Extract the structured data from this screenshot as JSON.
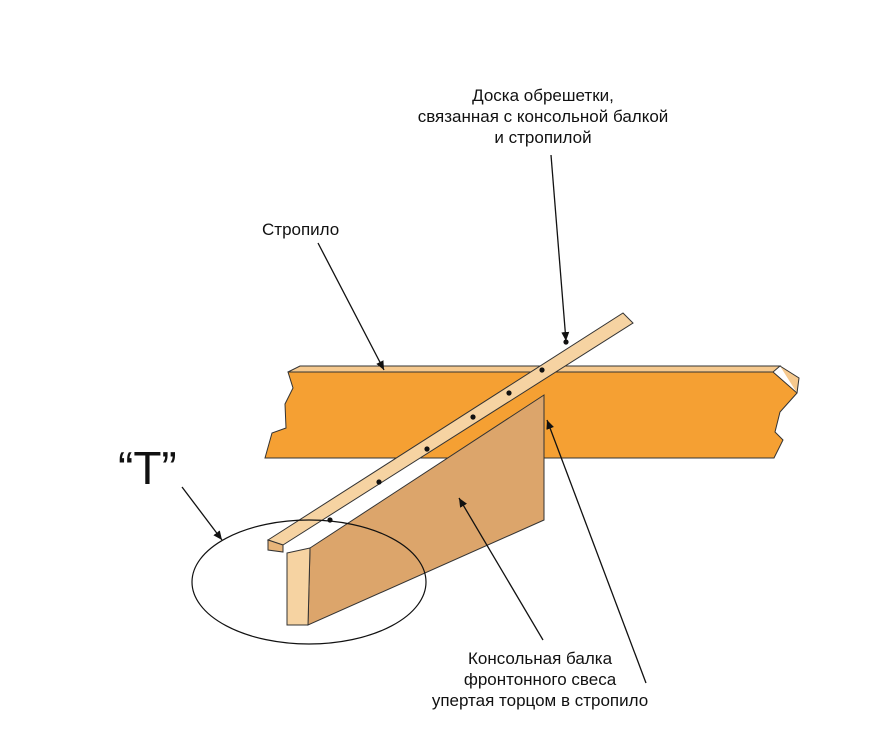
{
  "labels": {
    "board": [
      "Доска обрешетки,",
      "связанная с консольной балкой",
      "и стропилой"
    ],
    "rafter": "Стропило",
    "cantilever": [
      "Консольная балка",
      "фронтонного свеса",
      "упертая торцом в стропило"
    ],
    "detail_mark": "“T”"
  },
  "colors": {
    "rafter_face": "#f5a033",
    "rafter_top": "#f6c98e",
    "board_top": "#f6d3a2",
    "beam_side": "#dca56b",
    "beam_end": "#f6d3a2",
    "outline": "#333333",
    "leader": "#111111"
  }
}
